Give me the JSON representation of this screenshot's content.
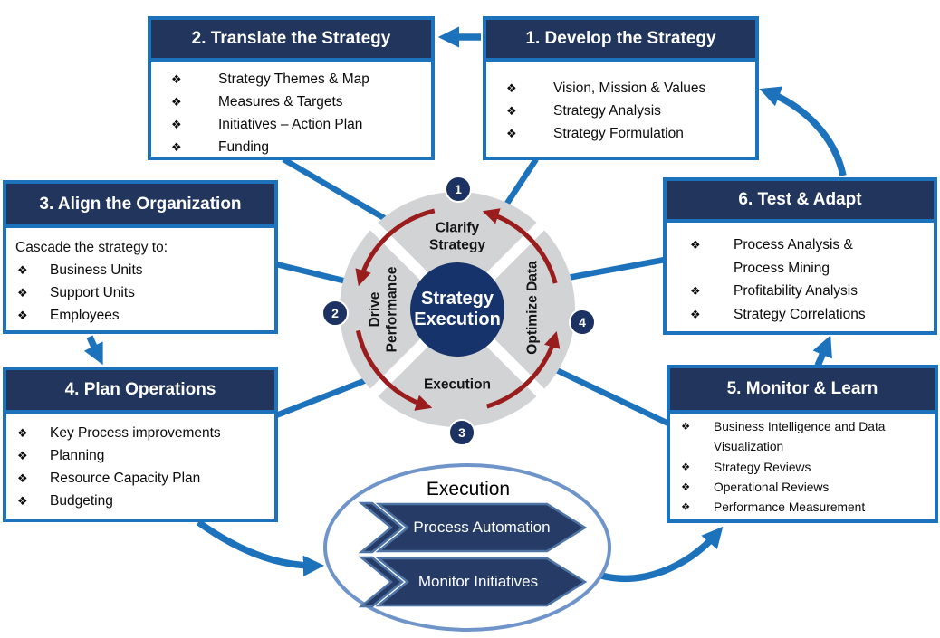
{
  "ui": {
    "bullet": "❖"
  },
  "colors": {
    "accent_blue": "#1D72BC",
    "header_navy": "#22355C",
    "hub_navy": "#17336B",
    "badge_navy": "#1B3263",
    "arc_red": "#9A1D1E",
    "donut_gray": "#D2D3D5",
    "banner_navy": "#263C66",
    "banner_border": "#4E74A5",
    "ellipse_border": "#6E94C9"
  },
  "boxes": {
    "develop": {
      "title": "1. Develop the Strategy",
      "items": [
        "Vision, Mission & Values",
        "Strategy Analysis",
        "Strategy Formulation"
      ]
    },
    "translate": {
      "title": "2. Translate the Strategy",
      "items": [
        "Strategy Themes & Map",
        "Measures & Targets",
        "Initiatives – Action Plan",
        "Funding"
      ]
    },
    "align": {
      "title": "3. Align the Organization",
      "lead": "Cascade the strategy to:",
      "items": [
        "Business Units",
        "Support Units",
        "Employees"
      ]
    },
    "plan": {
      "title": "4. Plan Operations",
      "items": [
        "Key Process improvements",
        "Planning",
        "Resource Capacity Plan",
        "Budgeting"
      ]
    },
    "monitor": {
      "title": "5. Monitor & Learn",
      "items": [
        "Business Intelligence and Data Visualization",
        "Strategy Reviews",
        "Operational Reviews",
        "Performance Measurement"
      ]
    },
    "test": {
      "title": "6. Test & Adapt",
      "items": [
        "Process Analysis & Process Mining",
        "Profitability Analysis",
        "Strategy Correlations"
      ]
    }
  },
  "hub": {
    "center": "Strategy Execution",
    "quadrant_top": "Clarify Strategy",
    "quadrant_left": "Drive Performance",
    "quadrant_right": "Optimize Data",
    "quadrant_bottom": "Execution",
    "badges": [
      "1",
      "2",
      "3",
      "4"
    ]
  },
  "execution_panel": {
    "title": "Execution",
    "banners": [
      "Process Automation",
      "Monitor Initiatives"
    ]
  }
}
